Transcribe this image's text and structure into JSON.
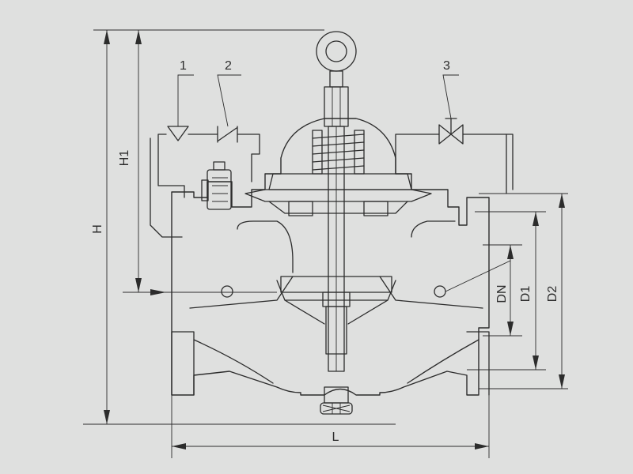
{
  "dimensions": {
    "H": "H",
    "H1": "H1",
    "L": "L",
    "DN": "DN",
    "D1": "D1",
    "D2": "D2"
  },
  "callouts": {
    "c1": "1",
    "c2": "2",
    "c3": "3"
  },
  "colors": {
    "background": "#dfe0df",
    "line": "#2c2c2c"
  }
}
